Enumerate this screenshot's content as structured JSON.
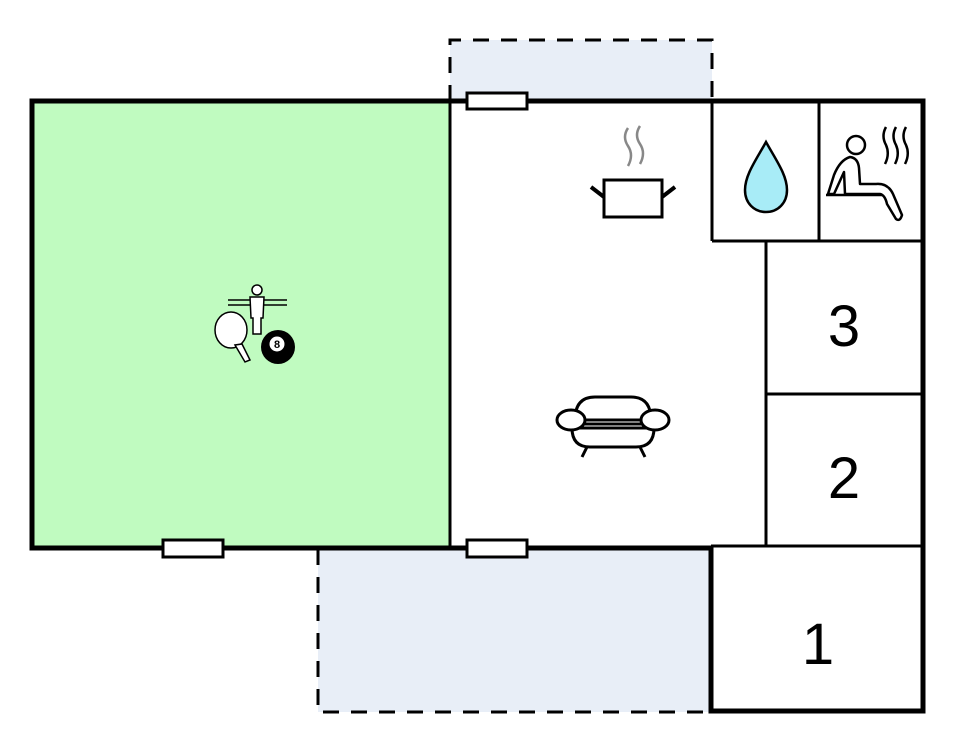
{
  "floorplan": {
    "colors": {
      "wall": "#000000",
      "green_room": "#c0fbc0",
      "terrace": "#e8eef7",
      "interior": "#ffffff",
      "water_drop": "#a8ecf7"
    },
    "rooms": [
      {
        "id": "game-room",
        "kind": "activity-room",
        "icons": [
          "table-tennis-icon",
          "foosball-icon",
          "billiard-ball-icon"
        ]
      },
      {
        "id": "living-kitchen",
        "kind": "living-area",
        "icons": [
          "cooking-pot-icon",
          "sofa-icon"
        ]
      },
      {
        "id": "bathroom",
        "kind": "bathroom",
        "icons": [
          "water-drop-icon"
        ]
      },
      {
        "id": "sauna",
        "kind": "sauna",
        "icons": [
          "sauna-icon"
        ]
      },
      {
        "id": "bedroom-3",
        "label": "3"
      },
      {
        "id": "bedroom-2",
        "label": "2"
      },
      {
        "id": "bedroom-1",
        "label": "1"
      }
    ],
    "billiard_ball_number": "8",
    "terraces": [
      "terrace-top",
      "terrace-bottom"
    ],
    "doors": [
      "door-top",
      "door-bottom-left",
      "door-bottom-middle"
    ]
  }
}
